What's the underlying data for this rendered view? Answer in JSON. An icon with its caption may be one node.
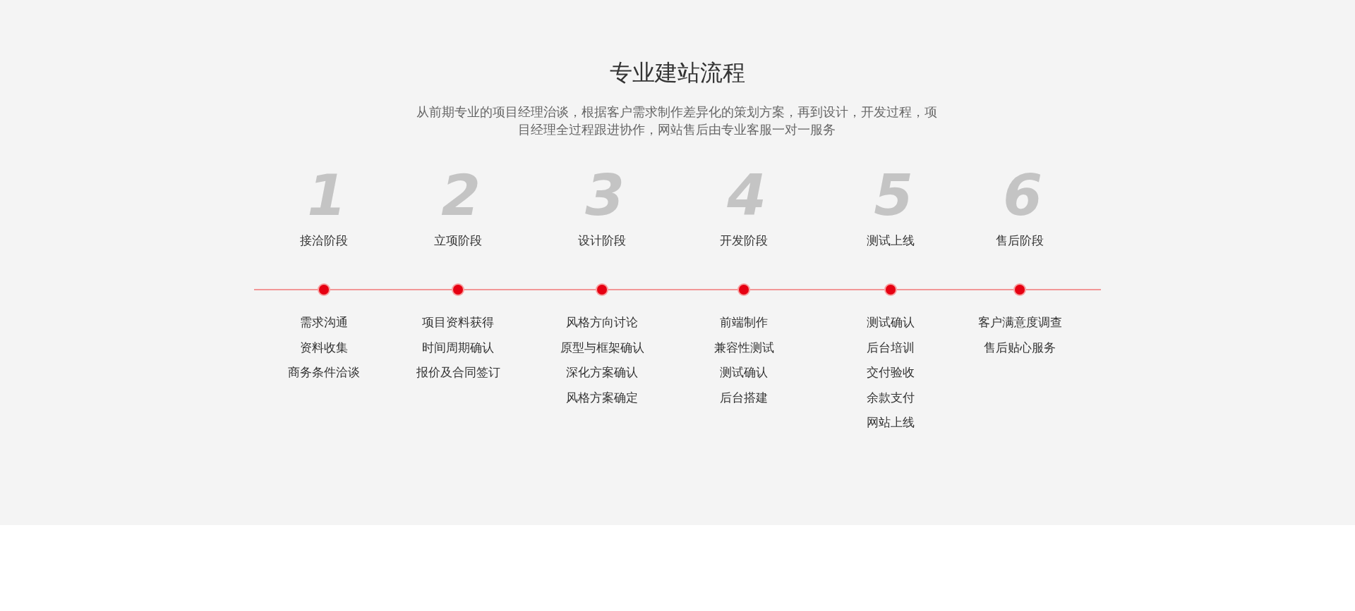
{
  "diagram": {
    "title": "专业建站流程",
    "caption": "从前期专业的项目经理治谈，根据客户需求制作差异化的策划方案，再到设计，开发过程，项目经理全过程跟进协作，网站售后由专业客服一对一服务",
    "nodes": [
      {
        "text": [],
        "shape": "circle",
        "beside": [
          "1",
          "接洽阶段",
          "需求沟通",
          "资料收集",
          "商务条件洽谈"
        ]
      },
      {
        "text": [],
        "shape": "circle",
        "beside": [
          "2",
          "立项阶段",
          "项目资料获得",
          "时间周期确认",
          "报价及合同签订"
        ]
      },
      {
        "text": [],
        "shape": "circle",
        "beside": [
          "3",
          "设计阶段",
          "风格方向讨论",
          "原型与框架确认",
          "深化方案确认",
          "风格方案确定"
        ]
      },
      {
        "text": [],
        "shape": "circle",
        "beside": [
          "4",
          "开发阶段",
          "前端制作",
          "兼容性测试",
          "测试确认",
          "后台搭建"
        ]
      },
      {
        "text": [],
        "shape": "circle",
        "beside": [
          "5",
          "测试上线",
          "测试确认",
          "后台培训",
          "交付验收",
          "余款支付",
          "网站上线"
        ]
      },
      {
        "text": [],
        "shape": "circle",
        "beside": [
          "6",
          "售后阶段",
          "客户满意度调查",
          "售后贴心服务"
        ]
      }
    ],
    "edges": [
      {
        "from": null,
        "to": 0,
        "arrow": "none"
      },
      {
        "from": 0,
        "to": 1,
        "arrow": "none"
      },
      {
        "from": 1,
        "to": 2,
        "arrow": "none"
      },
      {
        "from": 2,
        "to": 3,
        "arrow": "none"
      },
      {
        "from": 3,
        "to": 4,
        "arrow": "none"
      },
      {
        "from": 4,
        "to": 5,
        "arrow": "none"
      },
      {
        "from": 5,
        "to": null,
        "arrow": "none"
      }
    ]
  }
}
